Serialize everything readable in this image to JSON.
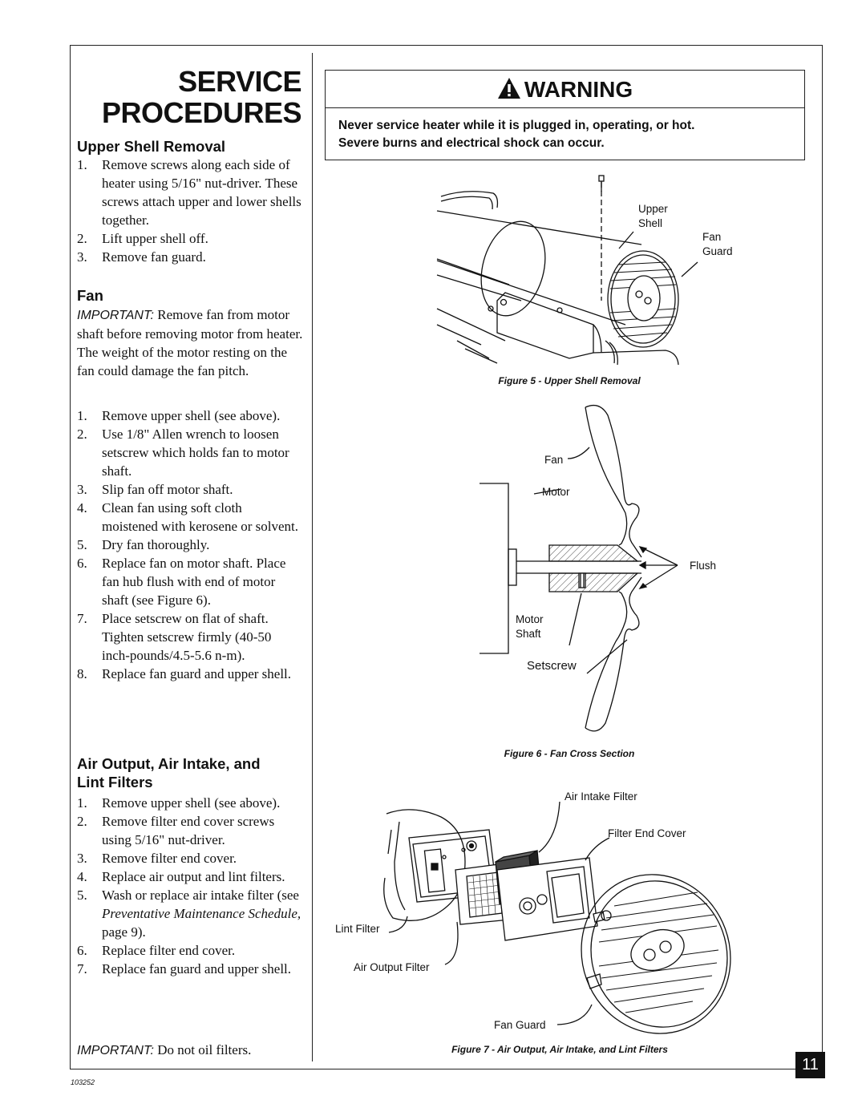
{
  "page_title_line1": "SERVICE",
  "page_title_line2": "PROCEDURES",
  "sections": {
    "upper_shell": {
      "heading": "Upper Shell Removal",
      "steps": [
        "Remove screws along each side of heater using 5/16\" nut-driver. These screws attach upper and lower shells together.",
        "Lift upper shell off.",
        "Remove fan guard."
      ]
    },
    "fan": {
      "heading": "Fan",
      "important_label": "IMPORTANT:",
      "important_text": " Remove fan from motor shaft before removing motor from heater. The weight of the motor resting on the fan could damage the fan pitch.",
      "steps": [
        "Remove upper shell (see above).",
        "Use 1/8\" Allen wrench to loosen setscrew which holds fan to motor shaft.",
        "Slip fan off motor shaft.",
        "Clean fan using soft cloth moistened with kerosene or solvent.",
        "Dry fan thoroughly.",
        "Replace fan on motor shaft. Place fan hub flush with end of motor shaft (see Figure 6).",
        "Place setscrew on flat of shaft. Tighten setscrew firmly (40-50 inch-pounds/4.5-5.6 n-m).",
        "Replace fan guard and upper shell."
      ]
    },
    "filters": {
      "heading_line1": "Air Output, Air Intake, and",
      "heading_line2": "Lint Filters",
      "steps": [
        "Remove upper shell (see above).",
        "Remove filter end cover screws using 5/16\" nut-driver.",
        "Remove filter end cover.",
        "Replace air output and lint filters.",
        "Wash or replace air intake filter",
        "Replace filter end cover.",
        "Replace fan guard and upper shell."
      ],
      "step5_cont_pre": "(see ",
      "step5_cont_italic": "Preventative Maintenance Schedule,",
      "step5_cont_post": " page 9).",
      "important_label": "IMPORTANT:",
      "important_text": " Do not oil filters."
    }
  },
  "warning": {
    "title": "WARNING",
    "line1": "Never service heater while it is plugged in, operating, or hot.",
    "line2": "Severe burns and electrical shock can occur."
  },
  "figure5": {
    "caption": "Figure 5 - Upper Shell Removal",
    "label_upper": "Upper",
    "label_shell": "Shell",
    "label_fan": "Fan",
    "label_guard": "Guard"
  },
  "figure6": {
    "caption": "Figure 6 - Fan Cross Section",
    "label_fan": "Fan",
    "label_motor": "Motor",
    "label_flush": "Flush",
    "label_motor2": "Motor",
    "label_shaft": "Shaft",
    "label_setscrew": "Setscrew"
  },
  "figure7": {
    "caption": "Figure 7 - Air Output, Air Intake, and Lint Filters",
    "label_air_intake": "Air Intake Filter",
    "label_end_cover": "Filter End Cover",
    "label_lint": "Lint Filter",
    "label_air_output": "Air Output Filter",
    "label_fan_guard": "Fan Guard"
  },
  "page_number": "11",
  "doc_number": "103252"
}
